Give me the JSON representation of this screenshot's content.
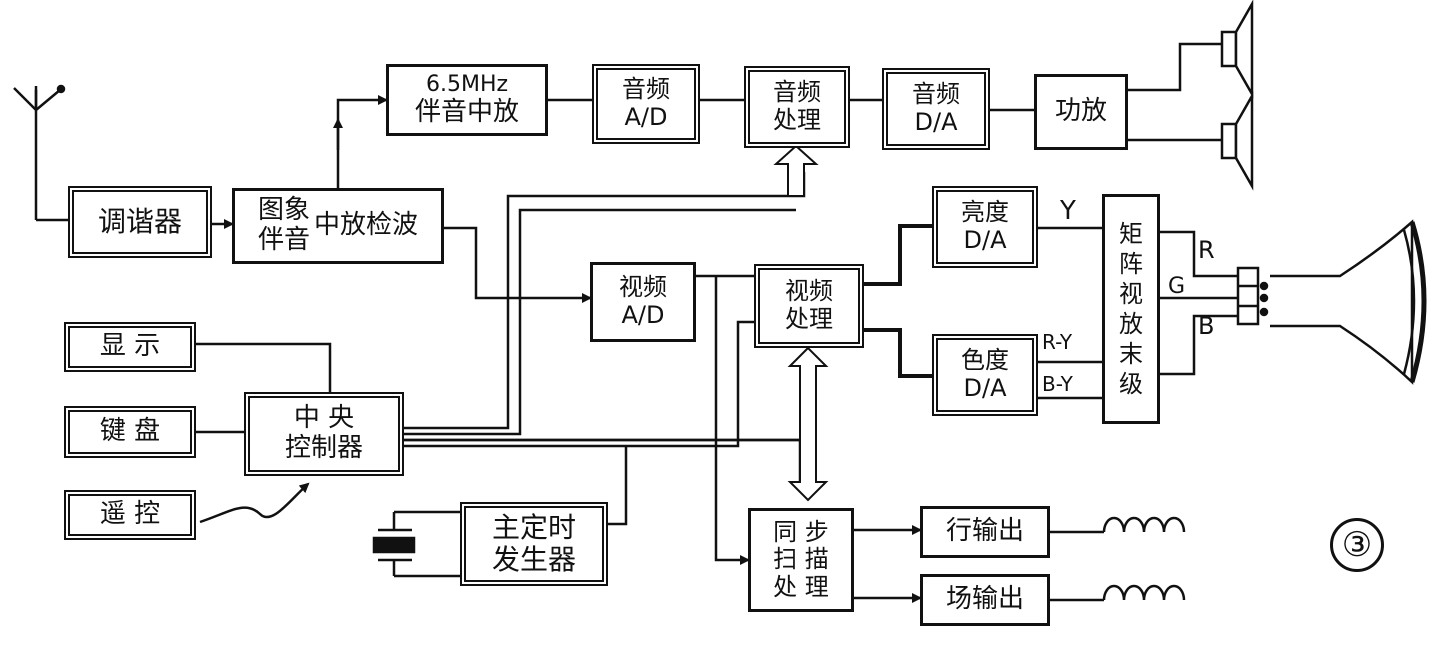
{
  "blocks": {
    "tuner": "调谐器",
    "if_amp_line1": "图象",
    "if_amp_line2": "伴音",
    "if_amp_tail": "中放检波",
    "sound_if_line1": "6.5MHz",
    "sound_if_line2": "伴音中放",
    "audio_ad_line1": "音频",
    "audio_ad_line2": "A/D",
    "audio_proc_line1": "音频",
    "audio_proc_line2": "处理",
    "audio_da_line1": "音频",
    "audio_da_line2": "D/A",
    "power_amp": "功放",
    "video_ad_line1": "视频",
    "video_ad_line2": "A/D",
    "video_proc_line1": "视频",
    "video_proc_line2": "处理",
    "luma_da_line1": "亮度",
    "luma_da_line2": "D/A",
    "chroma_da_line1": "色度",
    "chroma_da_line2": "D/A",
    "matrix_chars": [
      "矩",
      "阵",
      "视",
      "放",
      "末",
      "级"
    ],
    "display": "显 示",
    "keyboard": "键 盘",
    "remote": "遥 控",
    "cpu_line1": "中 央",
    "cpu_line2": "控制器",
    "clock_line1": "主定时",
    "clock_line2": "发生器",
    "sync_chars": [
      "同 步",
      "扫 描",
      "处 理"
    ],
    "h_out": "行输出",
    "v_out": "场输出"
  },
  "labels": {
    "y": "Y",
    "r_minus_y": "R-Y",
    "b_minus_y": "B-Y",
    "r": "R",
    "g": "G",
    "b": "B"
  },
  "figure_number": "③"
}
